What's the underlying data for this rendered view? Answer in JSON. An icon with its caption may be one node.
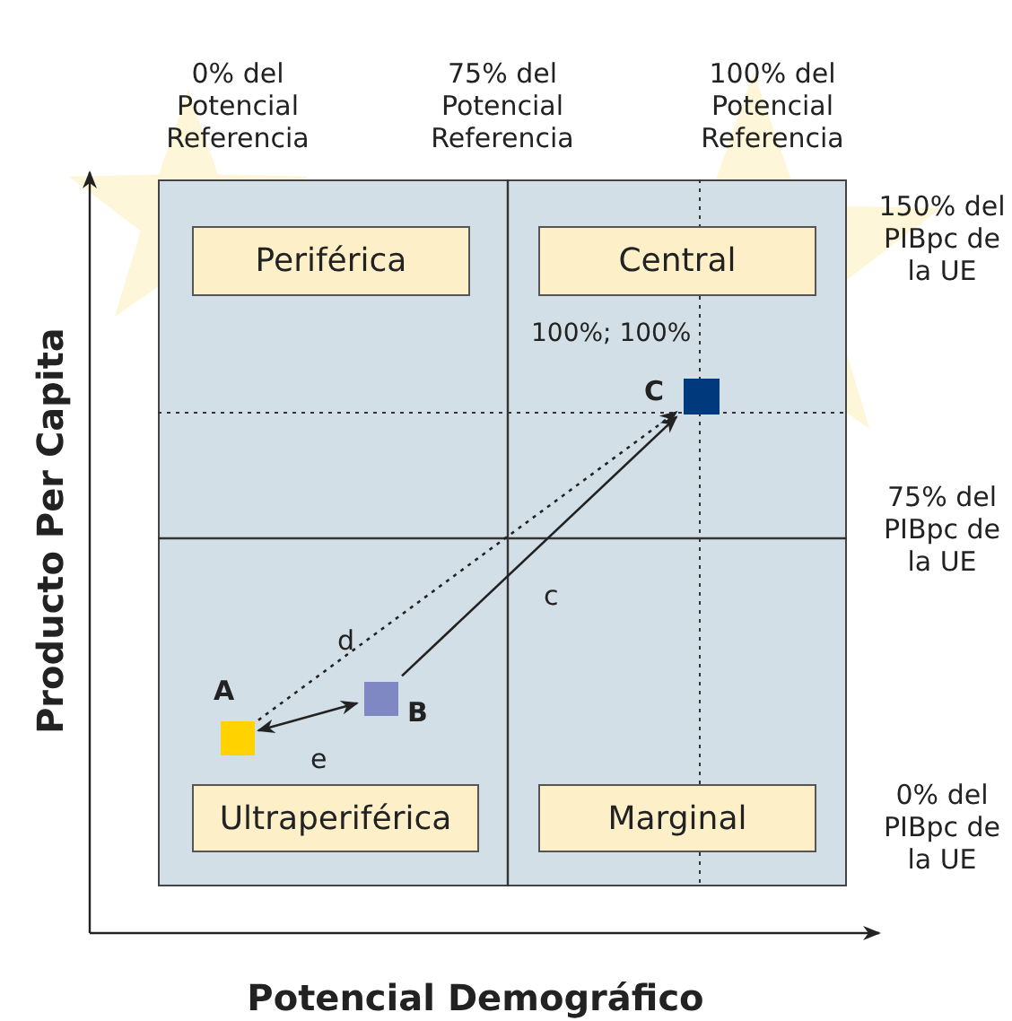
{
  "diagram": {
    "nodes": [
      {
        "text": [],
        "shape": "box"
      },
      {
        "text": [
          "Periférica"
        ],
        "in": 0
      },
      {
        "text": [
          "Central"
        ],
        "in": 0
      },
      {
        "text": [
          "Ultraperiférica"
        ],
        "in": 0
      },
      {
        "text": [
          "Marginal"
        ],
        "in": 0
      },
      {
        "text": [],
        "shape": "box",
        "beside": [
          "A"
        ],
        "in": 0
      },
      {
        "text": [],
        "shape": "box",
        "beside": [
          "B"
        ],
        "in": 0
      },
      {
        "text": [],
        "shape": "box",
        "beside": [
          "C"
        ],
        "in": 0
      }
    ],
    "edges": [
      {
        "from": 5,
        "to": 7,
        "arrow": "to",
        "style": "dashed",
        "label": "d"
      },
      {
        "from": 6,
        "to": 7,
        "arrow": "to",
        "label": "c"
      },
      {
        "from": 5,
        "to": 6,
        "arrow": "both",
        "label": "e"
      }
    ],
    "labels": [
      "0% del Potencial Referencia",
      "75% del Potencial Referencia",
      "100% del Potencial Referencia",
      "150% del PIBpc de la UE",
      "100%; 100%",
      "75% del PIBpc de la UE",
      "0% del PIBpc de la UE",
      "Producto Per Capita",
      "Potencial Demográfico"
    ]
  }
}
